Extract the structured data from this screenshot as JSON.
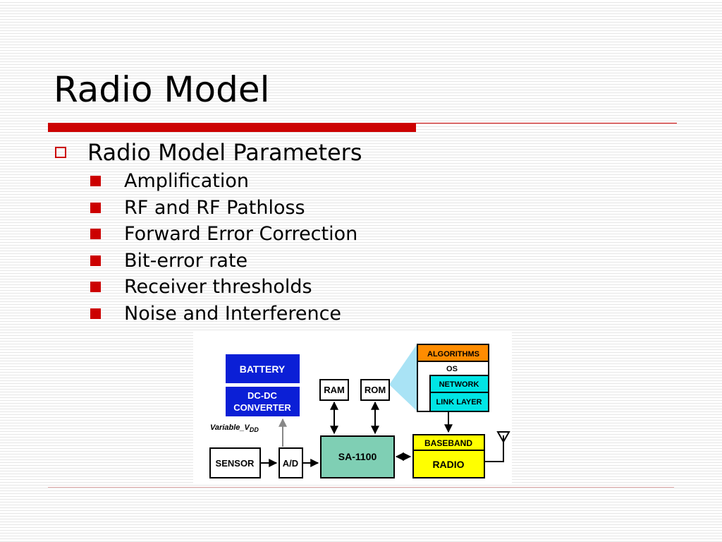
{
  "slide": {
    "title": "Radio Model",
    "bullet": "Radio Model Parameters",
    "sub_bullets": [
      "Amplification",
      "RF and RF Pathloss",
      "Forward Error Correction",
      "Bit-error rate",
      "Receiver thresholds",
      "Noise and Interference"
    ]
  },
  "diagram": {
    "battery": "BATTERY",
    "dcdc_line1": "DC-DC",
    "dcdc_line2": "CONVERTER",
    "variable_label": "Variable_V",
    "variable_sub": "DD",
    "ram": "RAM",
    "rom": "ROM",
    "sensor": "SENSOR",
    "ad": "A/D",
    "cpu": "SA-1100",
    "baseband": "BASEBAND",
    "radio": "RADIO",
    "algorithms": "ALGORITHMS",
    "os": "OS",
    "network": "NETWORK",
    "link_layer": "LINK LAYER"
  },
  "colors": {
    "accent_red": "#cc0000",
    "battery_blue": "#0b1fd6",
    "cpu_teal": "#7fcfb4",
    "radio_yellow": "#ffff00",
    "algorithms_orange": "#ff8c00",
    "network_cyan": "#00e5e5",
    "zoom_light_blue": "#a9e3f5"
  }
}
